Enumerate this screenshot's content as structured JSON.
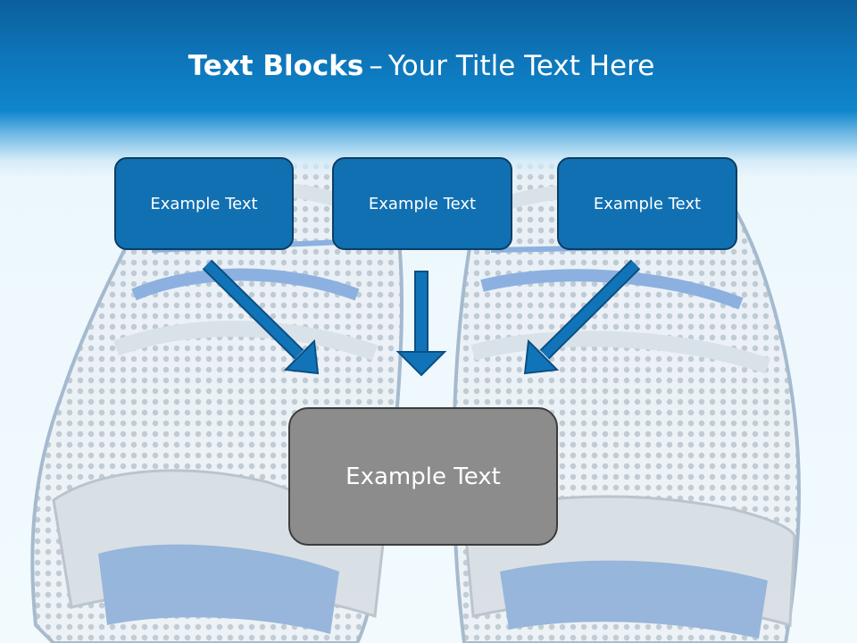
{
  "slide": {
    "title_bold": "Text Blocks",
    "title_dash": "–",
    "title_rest": "Your Title Text Here",
    "blocks": [
      {
        "label": "Example Text"
      },
      {
        "label": "Example Text"
      },
      {
        "label": "Example Text"
      }
    ],
    "center_block": {
      "label": "Example Text"
    }
  },
  "colors": {
    "header": "#0f86cc",
    "block_fill": "#1170b2",
    "block_border": "#0b3e64",
    "center_fill": "#8c8c8c",
    "arrow": "#0e6fb0"
  },
  "icons": {
    "background": "sneakers-image",
    "arrows": "arrow-down-icon"
  }
}
